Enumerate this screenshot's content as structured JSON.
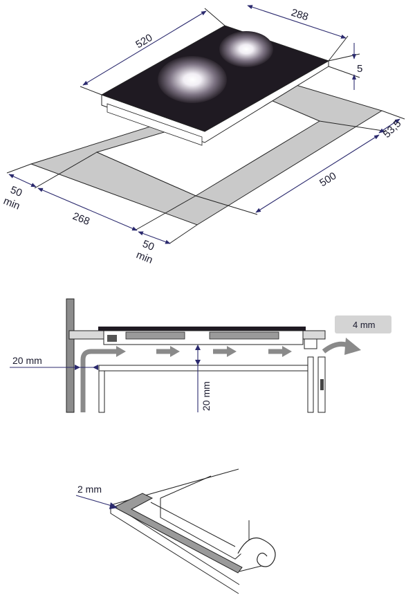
{
  "figure1": {
    "hob_length": "520",
    "hob_width": "288",
    "hob_thickness": "5",
    "cutout_length": "500",
    "cutout_width": "268",
    "depth": "53,5",
    "margin_front": "50",
    "margin_front_sub": "min",
    "margin_side": "50",
    "margin_side_sub": "min"
  },
  "figure2": {
    "gap_box": "4 mm",
    "side_gap": "20 mm",
    "under_gap": "20 mm"
  },
  "figure3": {
    "seal_thickness": "2 mm"
  },
  "colors": {
    "dimension": "#2b2a6e",
    "glass": "#1f1a22",
    "countertop": "#c9c9c9",
    "arrow": "#8a8a8a"
  }
}
